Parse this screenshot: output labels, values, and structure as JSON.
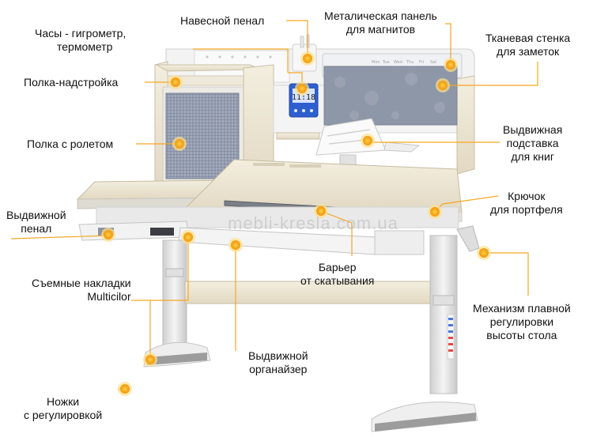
{
  "watermark": "mebli-kresla.com.ua",
  "clock": {
    "time": "11:18"
  },
  "callouts": [
    {
      "id": "pencil-case",
      "lines": [
        "Навесной пенал"
      ]
    },
    {
      "id": "magnet-panel",
      "lines": [
        "Металическая панель",
        "для магнитов"
      ]
    },
    {
      "id": "clock-hygrometer",
      "lines": [
        "Часы - гигрометр,",
        "термометр"
      ]
    },
    {
      "id": "fabric-wall",
      "lines": [
        "Тканевая стенка",
        "для заметок"
      ]
    },
    {
      "id": "top-shelf",
      "lines": [
        "Полка-надстройка"
      ]
    },
    {
      "id": "roller-shelf",
      "lines": [
        "Полка с ролетом"
      ]
    },
    {
      "id": "book-stand",
      "lines": [
        "Выдвижная",
        "подставка",
        "для книг"
      ]
    },
    {
      "id": "bag-hook",
      "lines": [
        "Крючок",
        "для портфеля"
      ]
    },
    {
      "id": "pull-out-pencil",
      "lines": [
        "Выдвижной",
        "пенал"
      ]
    },
    {
      "id": "roll-barrier",
      "lines": [
        "Барьер",
        "от скатывания"
      ]
    },
    {
      "id": "covers",
      "lines": [
        "Съемные накладки",
        "Multicilor"
      ]
    },
    {
      "id": "height-mechanism",
      "lines": [
        "Механизм плавной",
        "регулировки",
        "высоты стола"
      ]
    },
    {
      "id": "organizer",
      "lines": [
        "Выдвижной",
        "органайзер"
      ]
    },
    {
      "id": "legs",
      "lines": [
        "Ножки",
        "с регулировкой"
      ]
    }
  ],
  "colors": {
    "accent": "#f5a623",
    "marker_outer": "#f8c75a",
    "marker_inner": "#f39c12",
    "leader": "#f5a623",
    "wood": "#ede6d4",
    "frame": "#e4e4e4",
    "fabric": "#8e97a7",
    "roller": "#9aa2b4"
  }
}
